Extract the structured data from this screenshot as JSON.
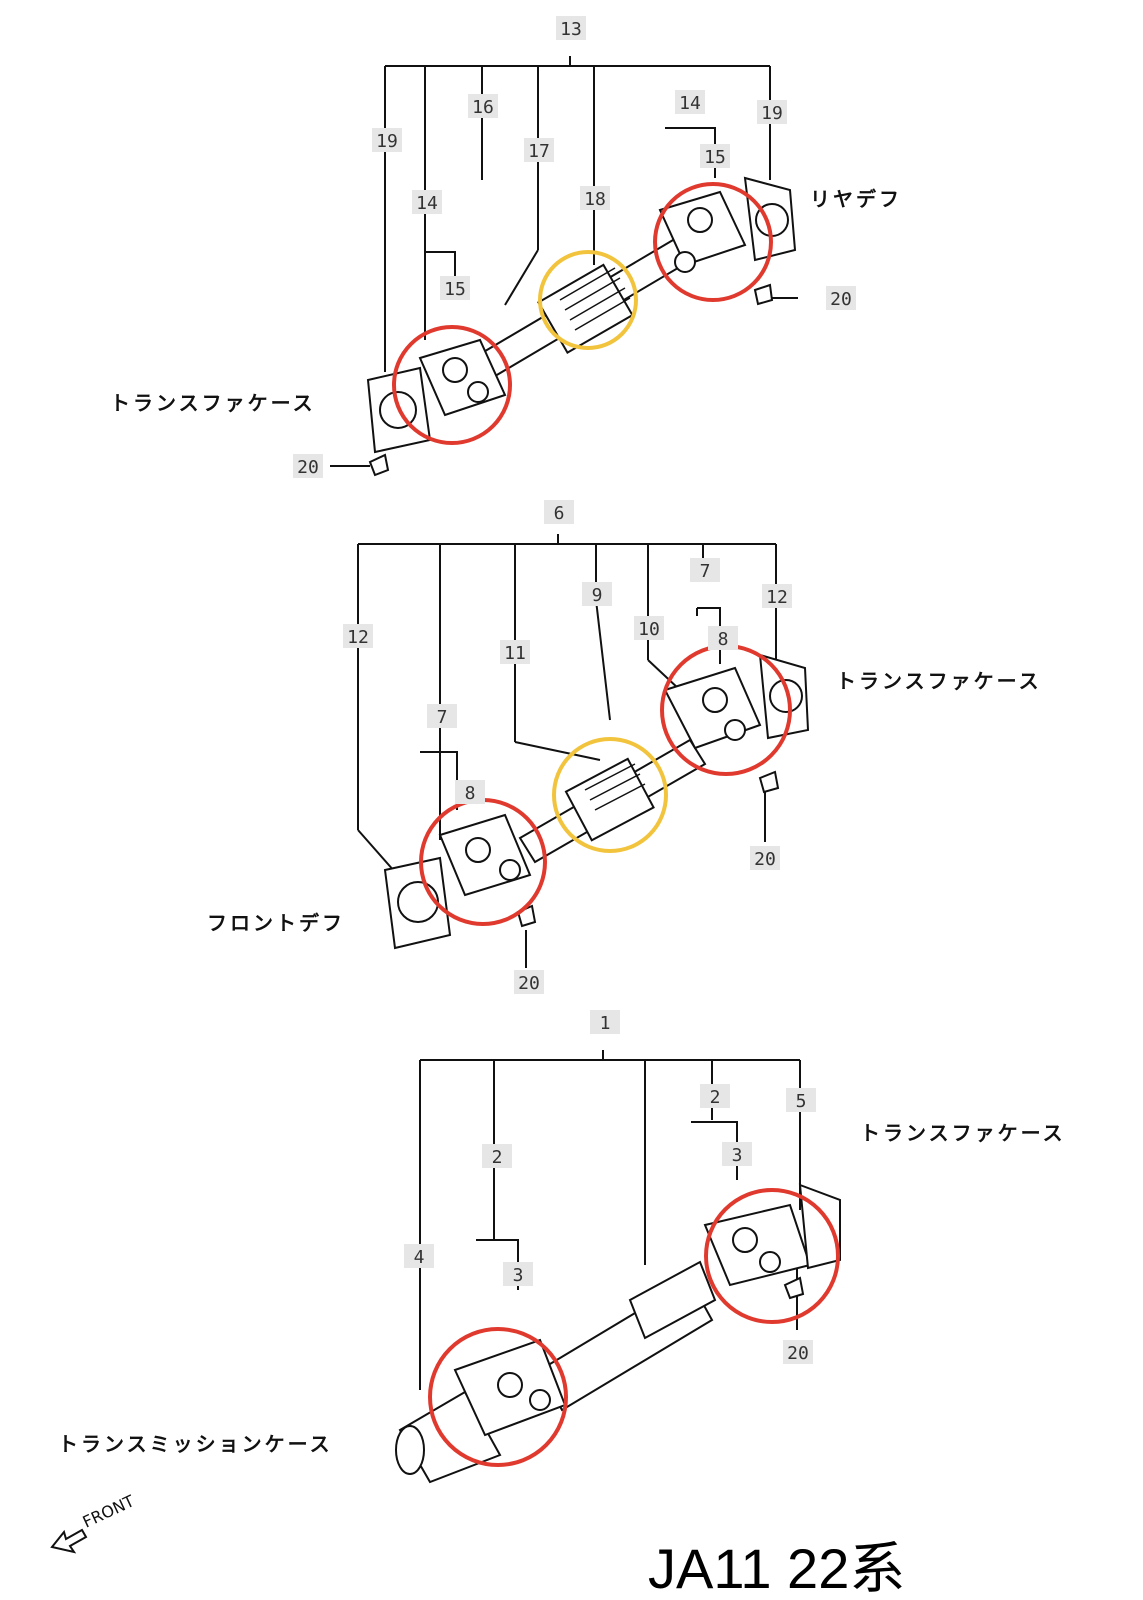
{
  "title": "JA11 22系",
  "front_label": "FRONT",
  "assemblies": [
    {
      "callouts": [
        "13",
        "19",
        "16",
        "17",
        "18",
        "14",
        "15",
        "14",
        "15",
        "19",
        "20",
        "20"
      ],
      "labels": [
        "リヤデフ",
        "トランスファケース"
      ]
    },
    {
      "callouts": [
        "6",
        "12",
        "7",
        "8",
        "11",
        "9",
        "10",
        "7",
        "8",
        "12",
        "20",
        "20"
      ],
      "labels": [
        "トランスファケース",
        "フロントデフ"
      ]
    },
    {
      "callouts": [
        "1",
        "2",
        "3",
        "4",
        "2",
        "3",
        "5",
        "20"
      ],
      "labels": [
        "トランスファケース",
        "トランスミッションケース"
      ]
    }
  ],
  "highlights": {
    "red": "#e03a2f",
    "yellow": "#f2c43d"
  }
}
